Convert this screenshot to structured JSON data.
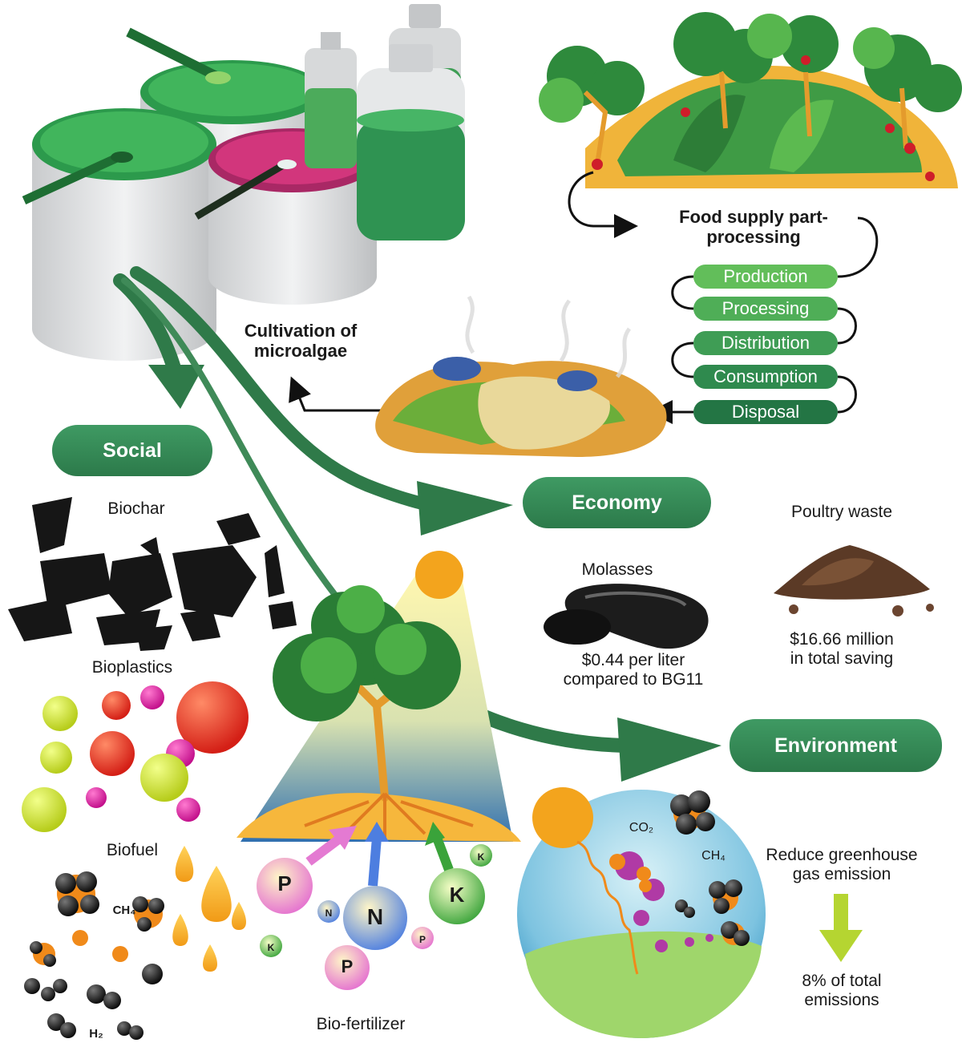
{
  "cultivation_label": "Cultivation of microalgae",
  "food_supply": {
    "title": "Food supply part-processing",
    "stages": [
      "Production",
      "Processing",
      "Distribution",
      "Consumption",
      "Disposal"
    ],
    "stage_colors": [
      "#62be5a",
      "#4fae57",
      "#3f9d55",
      "#2f8a4e",
      "#237544"
    ]
  },
  "pillars": {
    "social": "Social",
    "economy": "Economy",
    "environment": "Environment"
  },
  "social_items": {
    "biochar": "Biochar",
    "bioplastics": "Bioplastics",
    "biofuel": "Biofuel",
    "biofertilizer": "Bio-fertilizer"
  },
  "chem": {
    "ch4": "CH₄",
    "h2": "H₂",
    "co2": "CO₂"
  },
  "nutrients": [
    "P",
    "N",
    "K"
  ],
  "economy": {
    "molasses_title": "Molasses",
    "molasses_value": "$0.44 per liter compared to BG11",
    "poultry_title": "Poultry waste",
    "poultry_value": "$16.66 million in total saving"
  },
  "environment": {
    "reduce_text": "Reduce greenhouse gas emission",
    "result_text": "8% of total emissions"
  },
  "colors": {
    "pill": "#2f8050",
    "arrow": "#2f7a49",
    "sun": "#f3a41d",
    "reduce_arrow": "#b5d531"
  }
}
